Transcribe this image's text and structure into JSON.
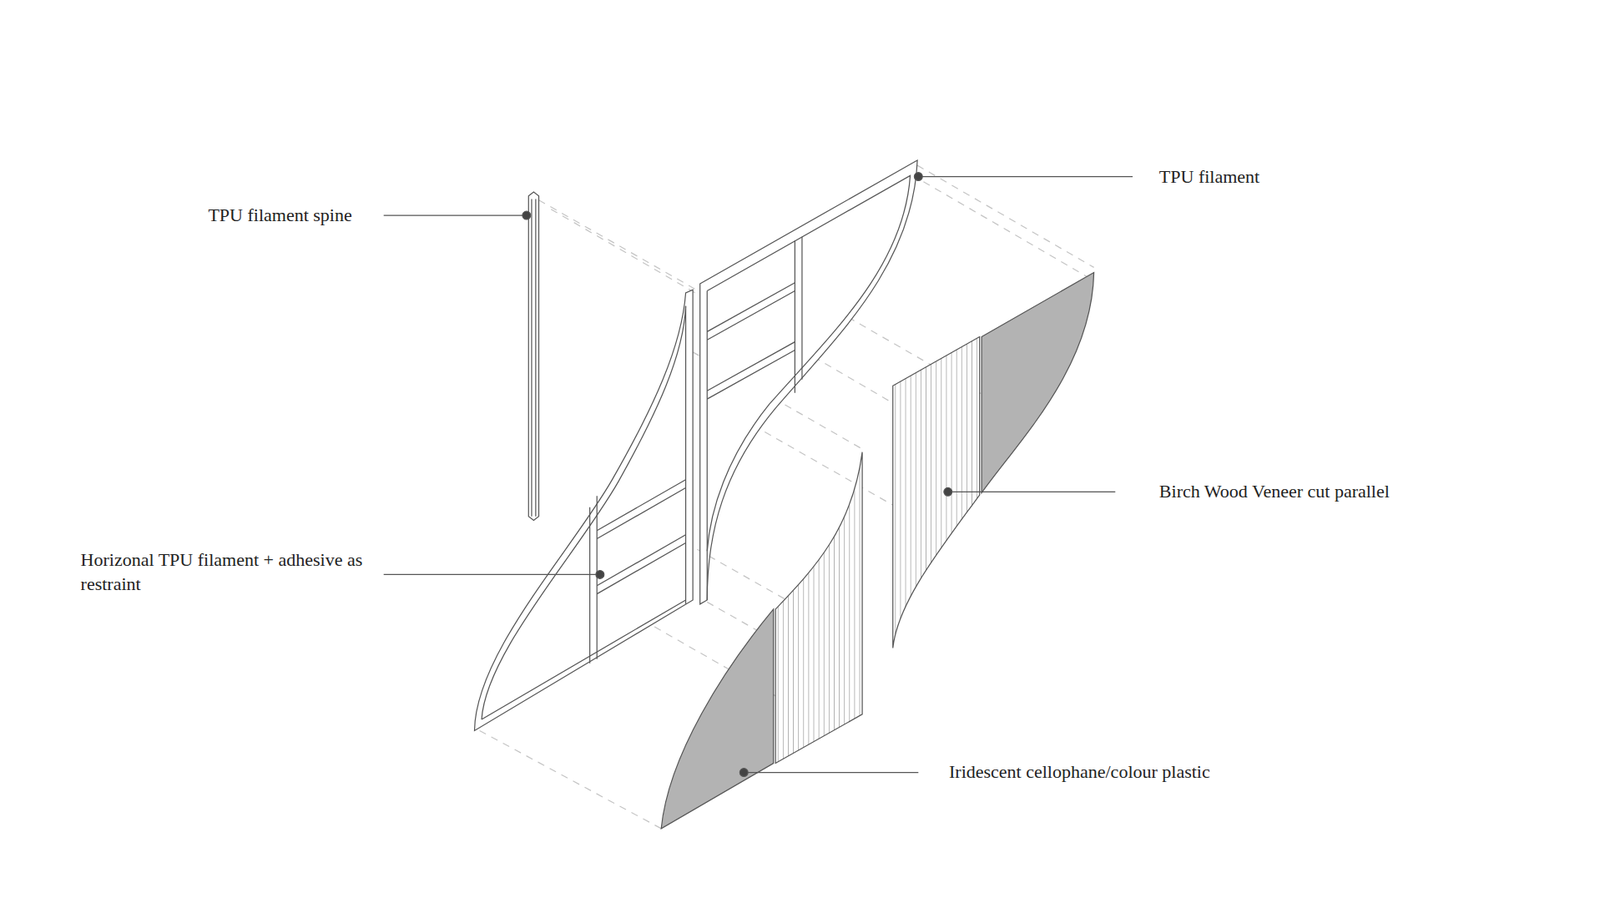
{
  "diagram": {
    "labels": [
      "TPU filament spine",
      "TPU filament",
      "Horizonal TPU filament + adhesive as restraint",
      "Birch Wood Veneer cut parallel",
      "Iridescent cellophane/colour plastic"
    ]
  }
}
